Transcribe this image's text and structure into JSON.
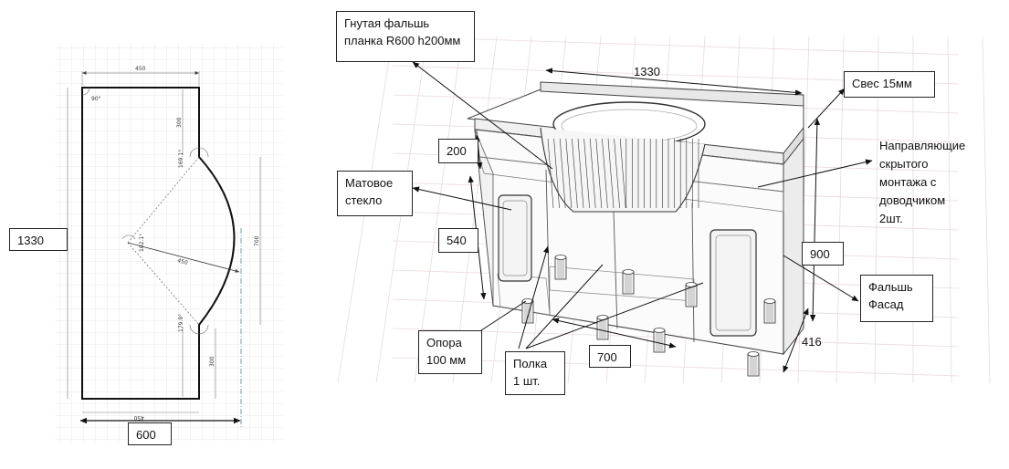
{
  "plan": {
    "dims": {
      "top_width": "450",
      "angle_corner": "90°",
      "upper_depth": "300",
      "angle_upper": "169.1°",
      "arc_height": "700",
      "angle_center": "102.1°",
      "radius": "450",
      "angle_lower": "179.9°",
      "lower_depth": "300",
      "bottom_width": "450"
    },
    "length_label": "1330",
    "depth_label": "600"
  },
  "view3d": {
    "width_label": "1330",
    "overhang_label": "Свес 15мм",
    "panel_label": "Гнутая фальшь\nпланка R600  h200мм",
    "drawer_height_label": "200",
    "glass_label": "Матовое\nстекло",
    "door_height_label": "540",
    "slides_note": "Направляющие\nскрытого\nмонтажа с\nдоводчиком\n2шт.",
    "total_height_label": "900",
    "false_front_label": "Фальшь\nФасад",
    "leg_label": "Опора\n100 мм",
    "shelf_label": "Полка\n1 шт.",
    "inner_width_label": "700",
    "depth_label": "416"
  }
}
